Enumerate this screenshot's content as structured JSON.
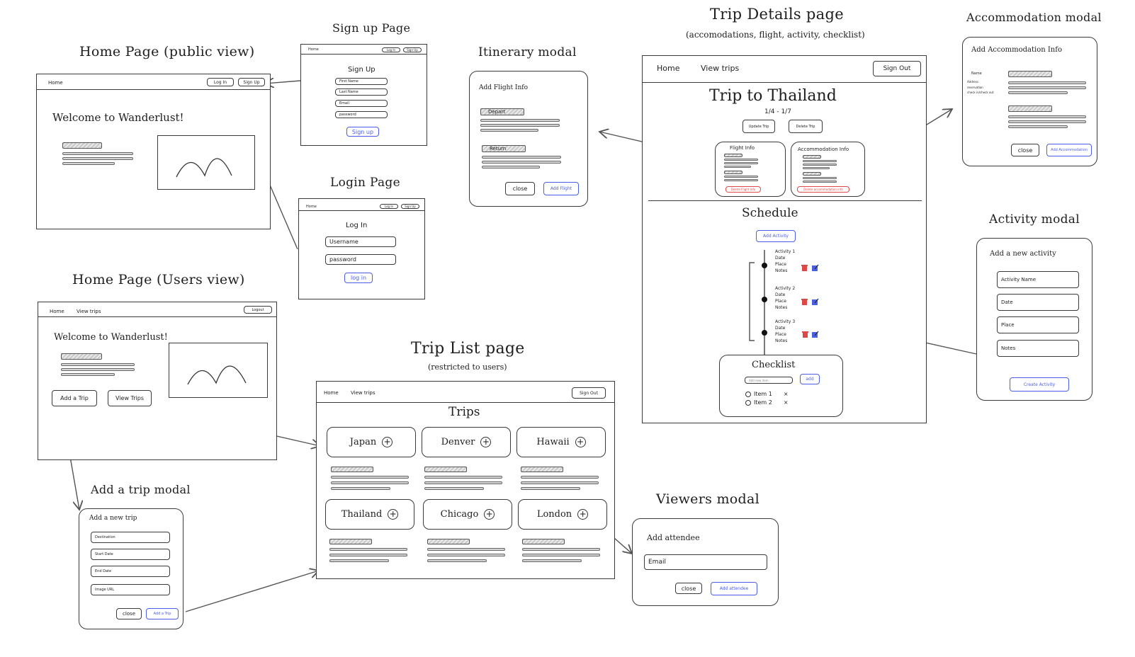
{
  "titles": {
    "home_public": "Home Page (public view)",
    "sign_up": "Sign up Page",
    "login": "Login Page",
    "home_users": "Home Page (Users view)",
    "itinerary": "Itinerary modal",
    "trip_list": "Trip List page",
    "trip_list_sub": "(restricted to users)",
    "add_trip": "Add a trip modal",
    "viewers": "Viewers modal",
    "trip_details": "Trip Details page",
    "trip_details_sub": "(accomodations, flight, activity, checklist)",
    "accommodation": "Accommodation modal",
    "activity": "Activity modal"
  },
  "home_public": {
    "nav_home": "Home",
    "login_btn": "Log In",
    "signup_btn": "Sign Up",
    "welcome": "Welcome to Wanderlust!"
  },
  "sign_up": {
    "nav_home": "Home",
    "login_btn": "Log In",
    "signup_btn": "Sign Up",
    "heading": "Sign Up",
    "fields": [
      "First Name",
      "Last Name",
      "Email",
      "password"
    ],
    "submit": "Sign up"
  },
  "login": {
    "nav_home": "Home",
    "login_btn": "Log In",
    "signup_btn": "Sign Up",
    "heading": "Log In",
    "fields": [
      "Username",
      "password"
    ],
    "submit": "log in"
  },
  "home_users": {
    "nav_home": "Home",
    "nav_trips": "View trips",
    "logout": "Logout",
    "welcome": "Welcome to Wanderlust!",
    "add_trip": "Add a Trip",
    "view_trips": "View Trips"
  },
  "itinerary": {
    "heading": "Add Flight Info",
    "depart": "Depart",
    "return": "Return",
    "close": "close",
    "add": "Add Flight"
  },
  "trip_list": {
    "nav_home": "Home",
    "nav_trips": "View trips",
    "sign_out": "Sign Out",
    "heading": "Trips",
    "trips": [
      "Japan",
      "Denver",
      "Hawaii",
      "Thailand",
      "Chicago",
      "London"
    ]
  },
  "add_trip": {
    "heading": "Add a new trip",
    "fields": [
      "Destination",
      "Start Date",
      "End Date",
      "image URL"
    ],
    "close": "close",
    "add": "Add a Trip"
  },
  "viewers": {
    "heading": "Add attendee",
    "field": "Email",
    "close": "close",
    "add": "Add attendee"
  },
  "trip_details": {
    "nav_home": "Home",
    "nav_trips": "View trips",
    "sign_out": "Sign Out",
    "trip_title": "Trip to Thailand",
    "dates": "1/4 - 1/7",
    "update": "Update Trip",
    "delete": "Delete Trip",
    "flight_info": "Flight Info",
    "delete_flight": "Delete Flight Info",
    "accom_info": "Accommodation Info",
    "delete_accom": "Delete accommodation info",
    "schedule": "Schedule",
    "add_activity": "Add Activity",
    "activities": [
      {
        "name": "Activity 1",
        "lines": [
          "Date",
          "Place",
          "Notes"
        ]
      },
      {
        "name": "Activity 2",
        "lines": [
          "Date",
          "Place",
          "Notes"
        ]
      },
      {
        "name": "Activity 3",
        "lines": [
          "Date",
          "Place",
          "Notes"
        ]
      }
    ],
    "checklist": "Checklist",
    "checklist_placeholder": "Add new item",
    "checklist_add": "add",
    "items": [
      "Item 1",
      "Item 2"
    ],
    "remove_mark": "×"
  },
  "accommodation": {
    "heading": "Add Accommodation Info",
    "labels": [
      "Name",
      "Address",
      "reservation",
      "check in/check out"
    ],
    "close": "close",
    "add": "Add Accommodation"
  },
  "activity": {
    "heading": "Add a new activity",
    "fields": [
      "Activity Name",
      "Date",
      "Place",
      "Notes"
    ],
    "create": "Create Activity"
  },
  "colors": {
    "stroke": "#3a3a3a",
    "accent_blue": "#4a5ee8",
    "delete_red": "#e04848"
  },
  "icons": [
    "mountain-image-icon",
    "trash-icon",
    "edit-icon",
    "plus-circle-icon",
    "radio-icon",
    "arrow-icon"
  ]
}
